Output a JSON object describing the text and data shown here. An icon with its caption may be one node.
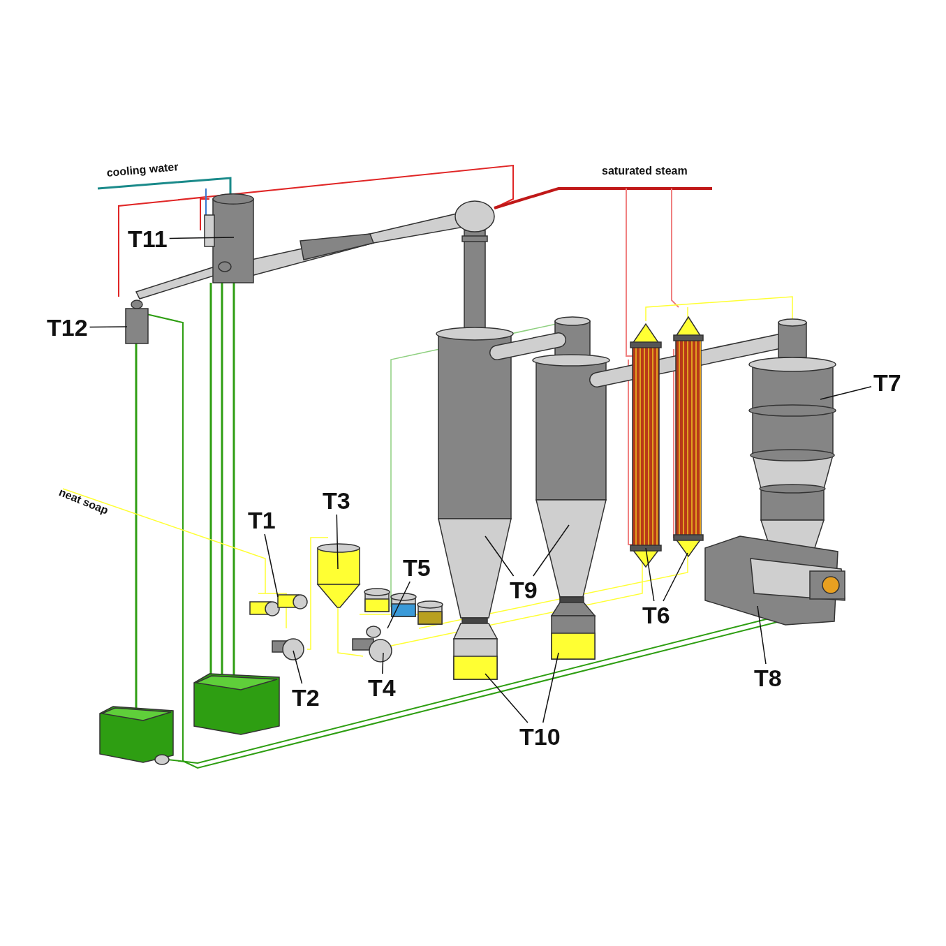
{
  "diagram": {
    "nodes": [
      {
        "text": [
          "T11"
        ]
      },
      {
        "text": [
          "T12"
        ]
      },
      {
        "text": [
          "T1"
        ]
      },
      {
        "text": [
          "T3"
        ]
      },
      {
        "text": [
          "T5"
        ]
      },
      {
        "text": [
          "T2"
        ]
      },
      {
        "text": [
          "T4"
        ]
      },
      {
        "text": [
          "T9"
        ]
      },
      {
        "text": [
          "T6"
        ]
      },
      {
        "text": [
          "T7"
        ]
      },
      {
        "text": [
          "T8"
        ]
      },
      {
        "text": [
          "T10"
        ]
      }
    ],
    "edges": [
      {
        "from": 0,
        "to": null,
        "arrow": "none"
      },
      {
        "from": 1,
        "to": null,
        "arrow": "none"
      },
      {
        "from": 2,
        "to": null,
        "arrow": "none"
      },
      {
        "from": 3,
        "to": null,
        "arrow": "none"
      },
      {
        "from": 4,
        "to": null,
        "arrow": "none"
      },
      {
        "from": 5,
        "to": null,
        "arrow": "none"
      },
      {
        "from": 6,
        "to": null,
        "arrow": "none"
      },
      {
        "from": 7,
        "to": null,
        "arrow": "none"
      },
      {
        "from": 7,
        "to": null,
        "arrow": "none"
      },
      {
        "from": 8,
        "to": null,
        "arrow": "none"
      },
      {
        "from": 8,
        "to": null,
        "arrow": "none"
      },
      {
        "from": 9,
        "to": null,
        "arrow": "none"
      },
      {
        "from": 10,
        "to": null,
        "arrow": "none"
      },
      {
        "from": 11,
        "to": null,
        "arrow": "none"
      },
      {
        "from": 11,
        "to": null,
        "arrow": "none"
      }
    ],
    "labels": [
      "cooling water",
      "saturated steam",
      "neat soap"
    ]
  }
}
